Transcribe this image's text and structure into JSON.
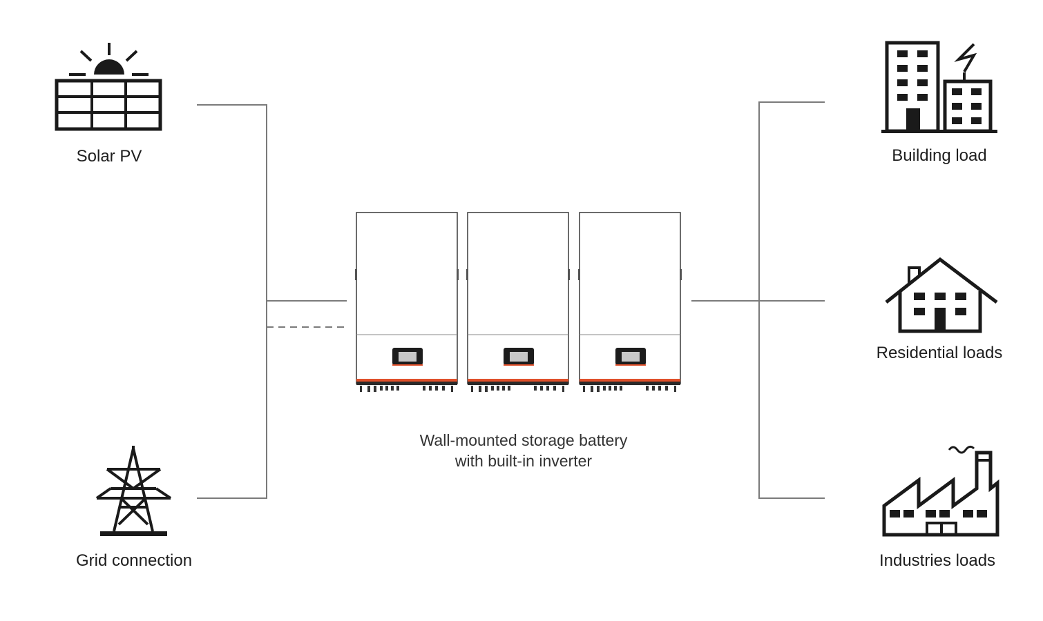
{
  "sources": [
    {
      "id": "solar",
      "label": "Solar PV",
      "icon": "solar-panel-icon"
    },
    {
      "id": "grid",
      "label": "Grid connection",
      "icon": "transmission-tower-icon"
    }
  ],
  "loads": [
    {
      "id": "building",
      "label": "Building load",
      "icon": "building-icon"
    },
    {
      "id": "residential",
      "label": "Residential loads",
      "icon": "house-icon"
    },
    {
      "id": "industries",
      "label": "Industries loads",
      "icon": "factory-icon"
    }
  ],
  "center": {
    "caption_line1": "Wall-mounted storage battery",
    "caption_line2": "with built-in inverter",
    "unit_count": 3,
    "icon": "wall-battery-inverter-icon"
  },
  "colors": {
    "line": "#7a7a7a",
    "icon": "#1a1a1a",
    "accent": "#e0502a"
  }
}
